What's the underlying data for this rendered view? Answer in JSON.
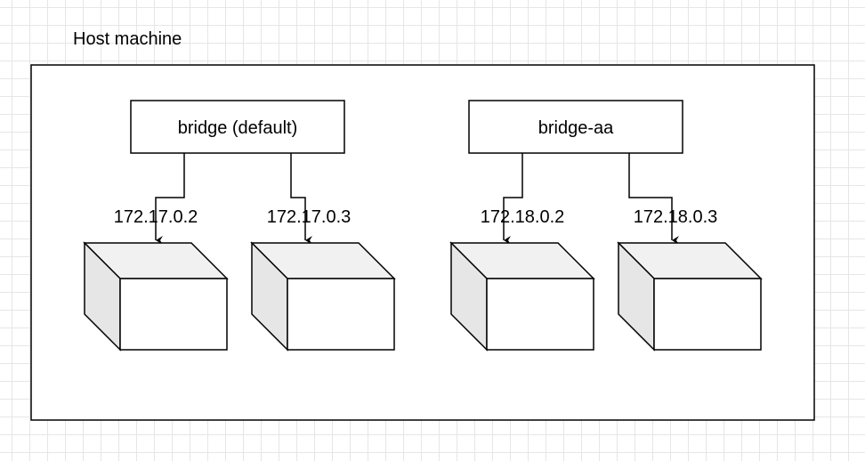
{
  "host": {
    "label": "Host machine"
  },
  "bridges": [
    {
      "name": "bridge (default)",
      "containers": [
        "172.17.0.2",
        "172.17.0.3"
      ]
    },
    {
      "name": "bridge-aa",
      "containers": [
        "172.18.0.2",
        "172.18.0.3"
      ]
    }
  ],
  "colors": {
    "stroke": "#000000",
    "cube_front": "#ffffff",
    "cube_top": "#f1f1f1",
    "cube_side": "#e6e6e6",
    "grid": "#e6e6e6"
  }
}
